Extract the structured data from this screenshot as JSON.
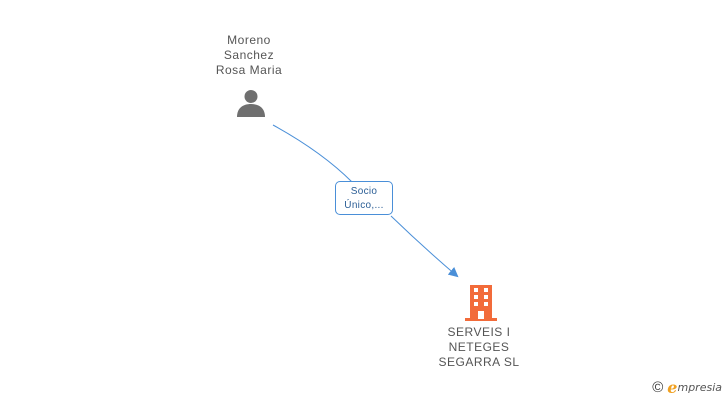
{
  "person": {
    "name_lines": [
      "Moreno",
      "Sanchez",
      "Rosa Maria"
    ],
    "icon": "person-icon"
  },
  "company": {
    "name_lines": [
      "SERVEIS I",
      "NETEGES",
      "SEGARRA SL"
    ],
    "icon": "building-icon",
    "color": "#f26b3a"
  },
  "relation": {
    "label_lines": [
      "Socio",
      "Único,..."
    ],
    "color": "#4a8fd8"
  },
  "brand": {
    "copyright_symbol": "©",
    "logo_initial": "e",
    "logo_rest": "mpresia"
  }
}
